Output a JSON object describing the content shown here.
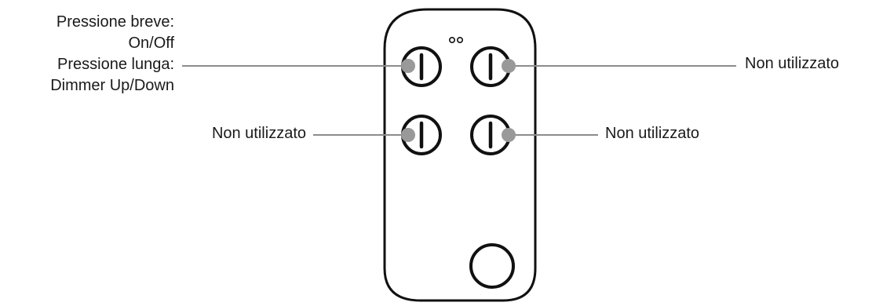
{
  "labels": {
    "top_left": {
      "line1": "Pressione breve:",
      "line2": "On/Off",
      "line3": "Pressione lunga:",
      "line4": "Dimmer Up/Down"
    },
    "top_right": "Non utilizzato",
    "bottom_left": "Non utilizzato",
    "bottom_right": "Non utilizzato"
  },
  "colors": {
    "outline": "#111111",
    "leader_line": "#8c8c8c",
    "callout_dot": "#999999",
    "text": "#1a1a1a"
  },
  "icons": {
    "remote": "remote-control",
    "button": "power-toggle-icon",
    "bottom_button": "circle-button-icon",
    "led": "led-indicator-icon"
  }
}
